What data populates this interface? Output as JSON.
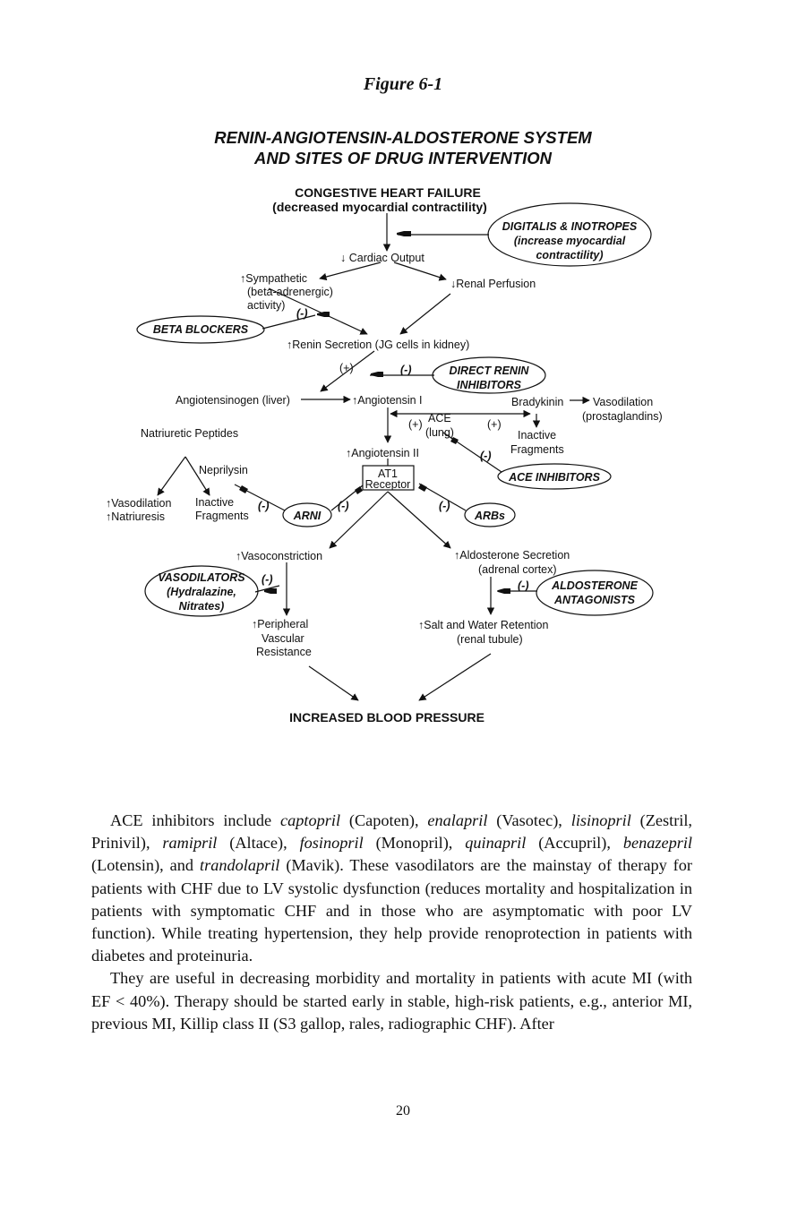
{
  "figure": {
    "label": "Figure 6-1",
    "title_line1": "RENIN-ANGIOTENSIN-ALDOSTERONE SYSTEM",
    "title_line2": "AND SITES OF DRUG INTERVENTION"
  },
  "diagram": {
    "chf_line1": "CONGESTIVE HEART FAILURE",
    "chf_line2": "(decreased myocardial contractility)",
    "digitalis_line1": "DIGITALIS & INOTROPES",
    "digitalis_line2": "(increase myocardial",
    "digitalis_line3": "contractility)",
    "cardiac_output": "↓ Cardiac Output",
    "sympathetic_line1": "↑Sympathetic",
    "sympathetic_line2": "(beta-adrenergic)",
    "sympathetic_line3": "activity)",
    "renal_perfusion": "↓Renal Perfusion",
    "beta_blockers": "BETA BLOCKERS",
    "renin_secretion": "↑Renin Secretion (JG cells in kidney)",
    "direct_renin_line1": "DIRECT RENIN",
    "direct_renin_line2": "INHIBITORS",
    "angiotensinogen": "Angiotensinogen (liver)",
    "angiotensin_1": "↑Angiotensin I",
    "bradykinin": "Bradykinin",
    "vasodilation_line1": "Vasodilation",
    "vasodilation_line2": "(prostaglandins)",
    "ace_line1": "ACE",
    "ace_line2": "(lung)",
    "inactive_line1": "Inactive",
    "inactive_line2": "Fragments",
    "natriuretic": "Natriuretic Peptides",
    "angiotensin_2": "↑Angiotensin II",
    "ace_inhibitors": "ACE INHIBITORS",
    "neprilysin": "Neprilysin",
    "at1_line1": "AT1",
    "at1_line2": "Receptor",
    "vasodilation_up": "↑Vasodilation",
    "natriuresis_up": "↑Natriuresis",
    "np_inactive_line1": "Inactive",
    "np_inactive_line2": "Fragments",
    "arni": "ARNI",
    "arbs": "ARBs",
    "vasoconstriction": "↑Vasoconstriction",
    "aldosterone_line1": "↑Aldosterone Secretion",
    "aldosterone_line2": "(adrenal cortex)",
    "vasodilators_line1": "VASODILATORS",
    "vasodilators_line2": "(Hydralazine,",
    "vasodilators_line3": "Nitrates)",
    "aldo_antag_line1": "ALDOSTERONE",
    "aldo_antag_line2": "ANTAGONISTS",
    "pvr_line1": "↑Peripheral",
    "pvr_line2": "Vascular",
    "pvr_line3": "Resistance",
    "salt_line1": "↑Salt and Water Retention",
    "salt_line2": "(renal tubule)",
    "increased_bp": "INCREASED BLOOD PRESSURE",
    "plus": "(+)",
    "minus": "(-)"
  },
  "body": {
    "para1": [
      {
        "t": "ACE inhibitors include ",
        "i": false
      },
      {
        "t": "captopril",
        "i": true
      },
      {
        "t": " (Capoten), ",
        "i": false
      },
      {
        "t": "enalapril",
        "i": true
      },
      {
        "t": " (Vasotec), ",
        "i": false
      },
      {
        "t": "lisinopril",
        "i": true
      },
      {
        "t": " (Zestril, Prinivil), ",
        "i": false
      },
      {
        "t": "ramipril",
        "i": true
      },
      {
        "t": " (Altace), ",
        "i": false
      },
      {
        "t": "fosinopril",
        "i": true
      },
      {
        "t": " (Monopril), ",
        "i": false
      },
      {
        "t": "quinapril",
        "i": true
      },
      {
        "t": " (Accupril), ",
        "i": false
      },
      {
        "t": "benazepril",
        "i": true
      },
      {
        "t": " (Lotensin), and ",
        "i": false
      },
      {
        "t": "trandolapril",
        "i": true
      },
      {
        "t": " (Mavik). These vasodilators are the mainstay of therapy for patients with CHF due to LV systolic dysfunction (reduces mortality and hospitalization in patients with symptomatic CHF and in those who are asymptomatic with poor LV function). While treating hypertension, they help provide renoprotection in patients with diabetes and proteinuria.",
        "i": false
      }
    ],
    "para2": "They are useful in decreasing morbidity and mortality in patients with acute MI (with EF < 40%). Therapy should be started early in stable, high-risk patients, e.g., anterior MI, previous MI, Killip class II (S3 gallop, rales, radiographic CHF). After"
  },
  "page_number": "20"
}
